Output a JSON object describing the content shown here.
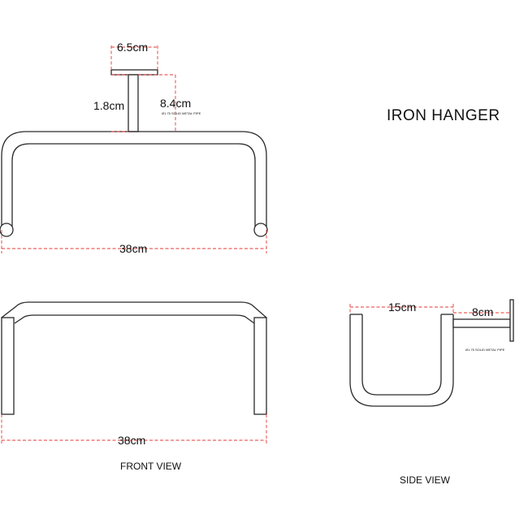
{
  "title": "IRON  HANGER",
  "views": {
    "front": {
      "caption": "FRONT  VIEW"
    },
    "side": {
      "caption": "SIDE VIEW"
    }
  },
  "dimensions": {
    "flange_width": "6.5cm",
    "stem_height": "1.8cm",
    "total_height": "8.4cm",
    "top_width": "38cm",
    "front_width": "38cm",
    "side_depth": "15cm",
    "side_stem": "8cm"
  },
  "notes": {
    "pipe_top": "Ø1.75 SOLID METAL PIPE",
    "pipe_side": "Ø1.75 SOLID METAL PIPE"
  },
  "colors": {
    "outline": "#2a2a2a",
    "dimension": "#e53935"
  }
}
